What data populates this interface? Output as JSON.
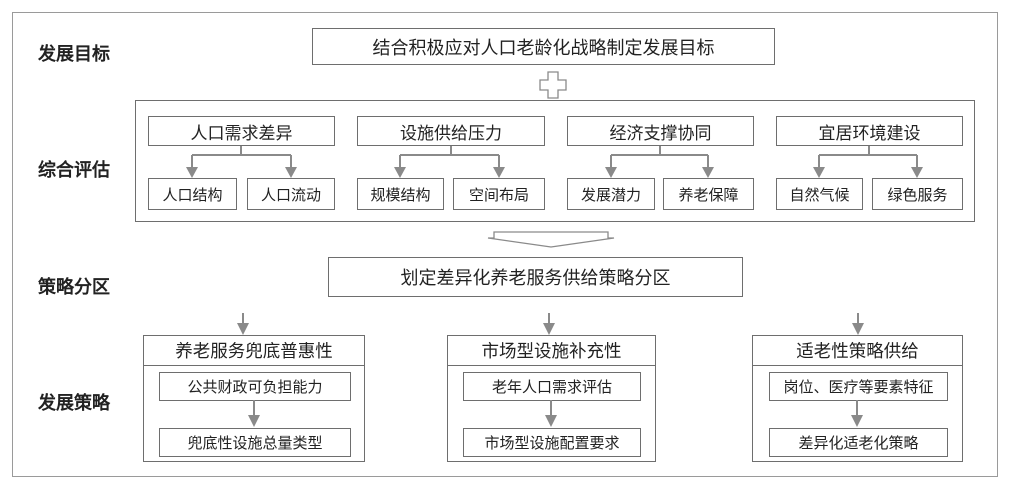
{
  "rows": {
    "goal": {
      "label": "发展目标",
      "box": "结合积极应对人口老龄化战略制定发展目标"
    },
    "assessment": {
      "label": "综合评估",
      "groups": [
        {
          "title": "人口需求差异",
          "items": [
            "人口结构",
            "人口流动"
          ]
        },
        {
          "title": "设施供给压力",
          "items": [
            "规模结构",
            "空间布局"
          ]
        },
        {
          "title": "经济支撑协同",
          "items": [
            "发展潜力",
            "养老保障"
          ]
        },
        {
          "title": "宜居环境建设",
          "items": [
            "自然气候",
            "绿色服务"
          ]
        }
      ]
    },
    "zoning": {
      "label": "策略分区",
      "box": "划定差异化养老服务供给策略分区"
    },
    "strategy": {
      "label": "发展策略",
      "groups": [
        {
          "title": "养老服务兜底普惠性",
          "items": [
            "公共财政可负担能力",
            "兜底性设施总量类型"
          ]
        },
        {
          "title": "市场型设施补充性",
          "items": [
            "老年人口需求评估",
            "市场型设施配置要求"
          ]
        },
        {
          "title": "适老性策略供给",
          "items": [
            "岗位、医疗等要素特征",
            "差异化适老化策略"
          ]
        }
      ]
    }
  },
  "colors": {
    "frame": "#9a9a9a",
    "border": "#6e6e6e",
    "arrow": "#8a8a8a",
    "text": "#222222"
  },
  "icons": {
    "combine": "plus-icon",
    "flow": "down-block-arrow-icon"
  }
}
